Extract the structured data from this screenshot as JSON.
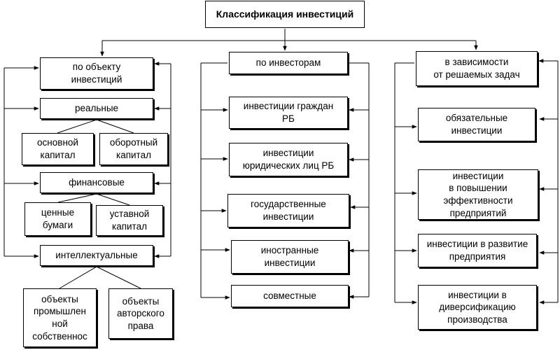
{
  "title": "Классификация инвестиций",
  "columns": {
    "object": {
      "header": "по объекту\nинвестиций",
      "real": {
        "label": "реальные",
        "children": [
          "основной\nкапитал",
          "оборотный\nкапитал"
        ]
      },
      "financial": {
        "label": "финансовые",
        "children": [
          "ценные\nбумаги",
          "уставной\nкапитал"
        ]
      },
      "intellectual": {
        "label": "интеллектуальные",
        "children": [
          "объекты\nпромышлен\nной\nсобственнос",
          "объекты\nавторского\nправа"
        ]
      }
    },
    "investors": {
      "header": "по инвесторам",
      "items": [
        "инвестиции граждан\nРБ",
        "инвестиции\nюридических лиц РБ",
        "государственные\nинвестиции",
        "иностранные\nинвестиции",
        "совместные"
      ]
    },
    "tasks": {
      "header": "в зависимости\nот решаемых задач",
      "items": [
        "обязательные\nинвестиции",
        "инвестиции\nв повышении\nэффективности\nпредприятий",
        "инвестиции в развитие\nпредприятия",
        "инвестиции в\nдиверсификацию\nпроизводства"
      ]
    }
  }
}
